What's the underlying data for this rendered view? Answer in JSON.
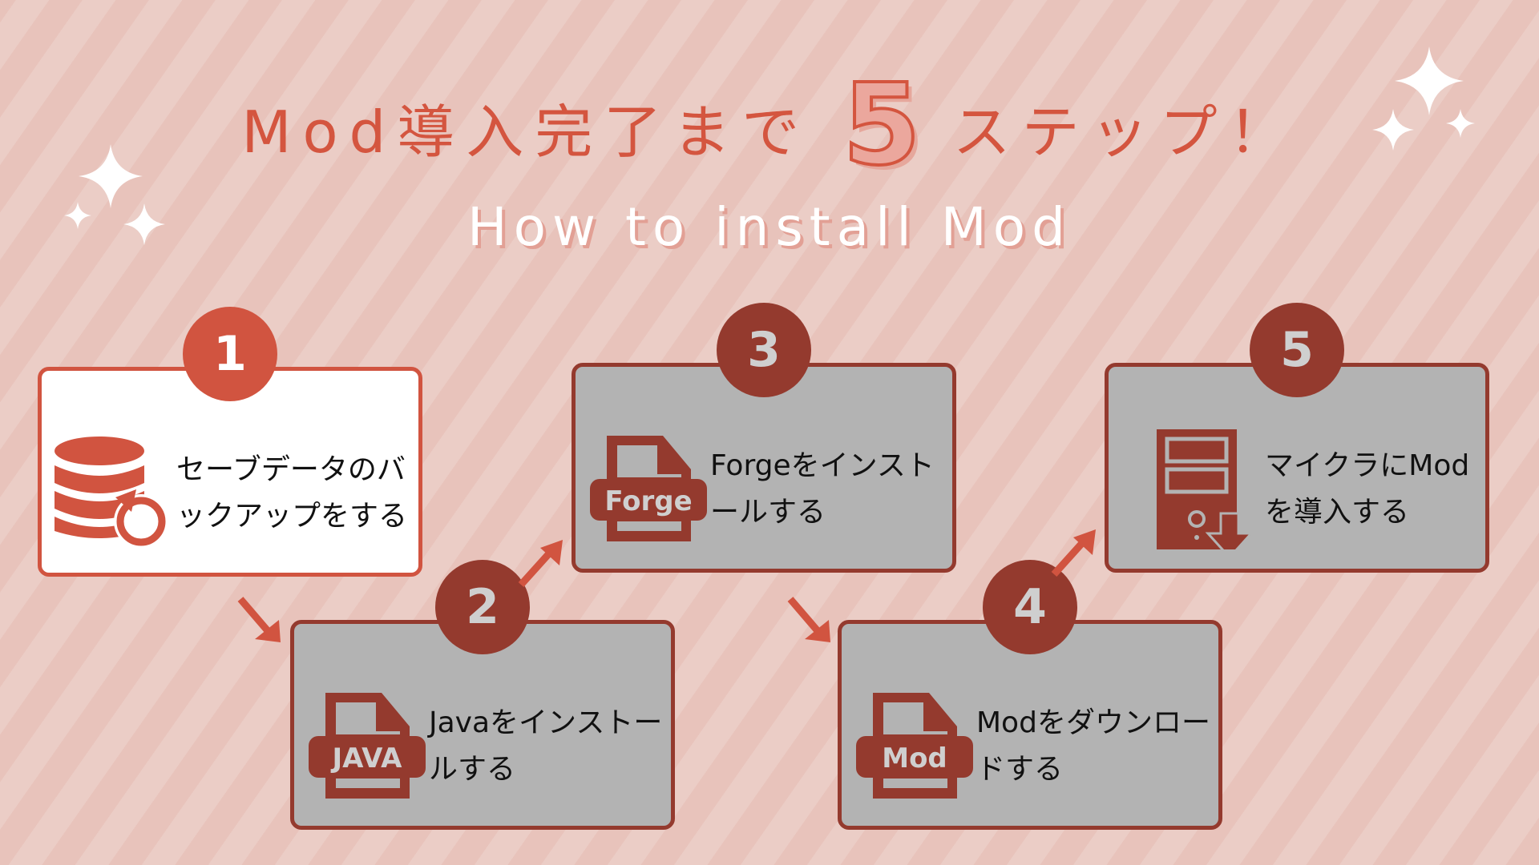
{
  "title": {
    "before": "Mod導入完了まで",
    "number": "5",
    "after": "ステップ！"
  },
  "subtitle": "How to install Mod",
  "steps": [
    {
      "number": "1",
      "text": "セーブデータのバックアップをする",
      "icon": "database-backup-icon"
    },
    {
      "number": "2",
      "text": "Javaをインストールする",
      "icon": "file-icon",
      "icon_label": "JAVA"
    },
    {
      "number": "3",
      "text": "Forgeをインストールする",
      "icon": "file-icon",
      "icon_label": "Forge"
    },
    {
      "number": "4",
      "text": "Modをダウンロードする",
      "icon": "file-icon",
      "icon_label": "Mod"
    },
    {
      "number": "5",
      "text": "マイクラにModを導入する",
      "icon": "pc-download-icon"
    }
  ],
  "colors": {
    "accent": "#d15440",
    "dark": "#943a2e",
    "card": "#b3b3b3"
  }
}
